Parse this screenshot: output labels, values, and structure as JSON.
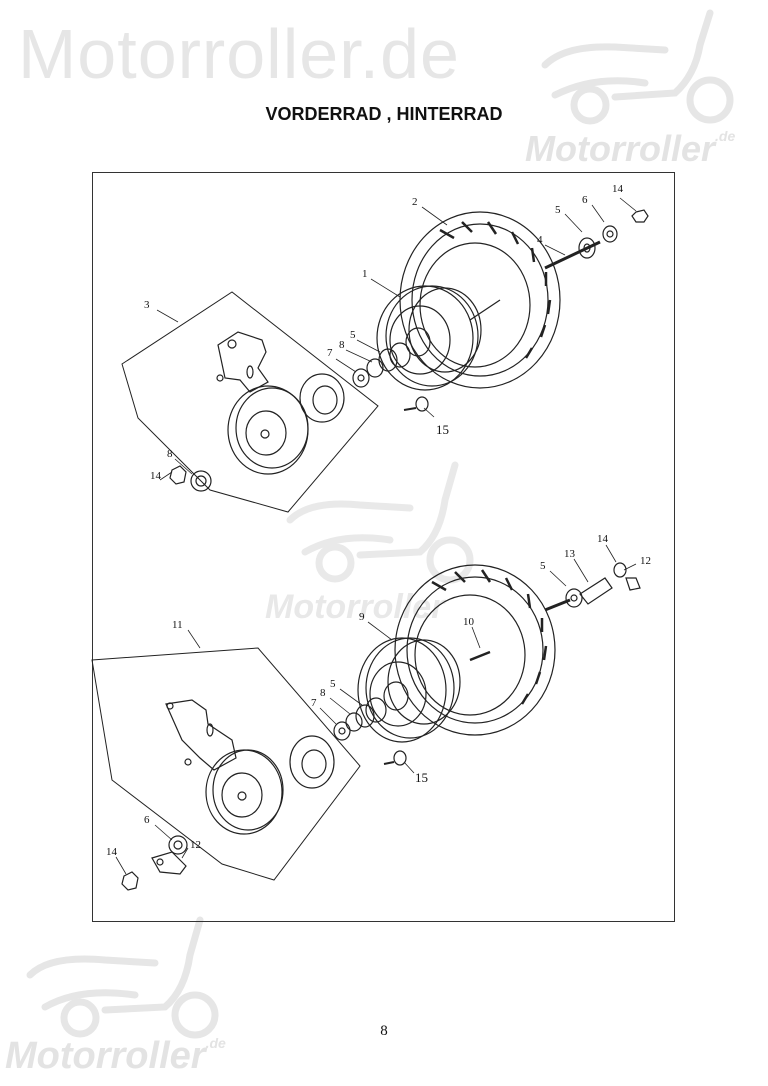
{
  "watermark": {
    "site_text": "Motorroller.de",
    "logo_text": "Motorroller",
    "logo_suffix": ".de"
  },
  "header": {
    "title": "VORDERRAD , HINTERRAD"
  },
  "footer": {
    "page_number": "8"
  },
  "diagram": {
    "front_assembly": {
      "callouts": [
        "1",
        "2",
        "3",
        "4",
        "5",
        "6",
        "14",
        "5",
        "7",
        "8",
        "8",
        "14",
        "15"
      ]
    },
    "rear_assembly": {
      "callouts": [
        "5",
        "13",
        "14",
        "12",
        "9",
        "10",
        "11",
        "8",
        "5",
        "7",
        "15",
        "6",
        "12",
        "14"
      ]
    }
  }
}
